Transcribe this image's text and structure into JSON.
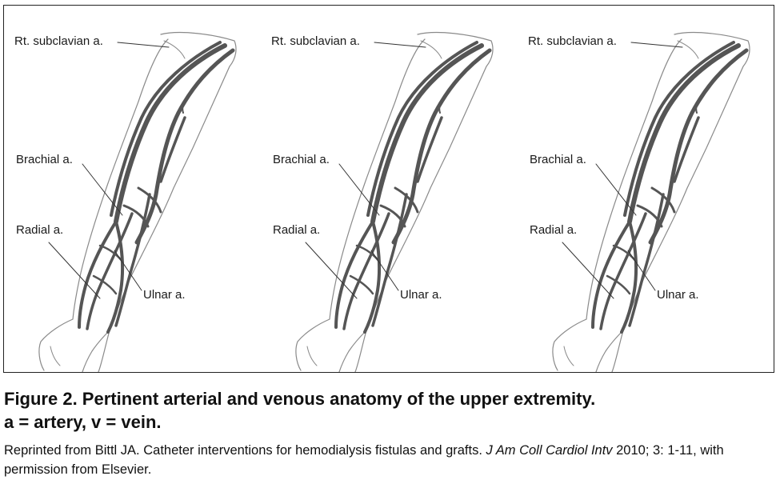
{
  "panels": [
    {
      "labels": {
        "subclavian": "Rt. subclavian a.",
        "brachial": "Brachial a.",
        "radial": "Radial a.",
        "ulnar": "Ulnar a."
      }
    },
    {
      "labels": {
        "subclavian": "Rt. subclavian a.",
        "brachial": "Brachial a.",
        "radial": "Radial a.",
        "ulnar": "Ulnar a."
      }
    },
    {
      "labels": {
        "subclavian": "Rt. subclavian a.",
        "brachial": "Brachial a.",
        "radial": "Radial a.",
        "ulnar": "Ulnar a."
      }
    }
  ],
  "caption": {
    "title_line1": "Figure 2. Pertinent arterial and venous anatomy of the upper extremity.",
    "title_line2": "a = artery, v = vein.",
    "ref_prefix": "Reprinted from Bittl JA. Catheter interventions for hemodialysis fistulas and grafts. ",
    "ref_journal": "J Am Coll Cardiol Intv",
    "ref_suffix": " 2010; 3: 1-11, with permission from Elsevier."
  },
  "colors": {
    "vessel": "#555555",
    "outline": "#8a8a8a",
    "leader": "#333333"
  }
}
